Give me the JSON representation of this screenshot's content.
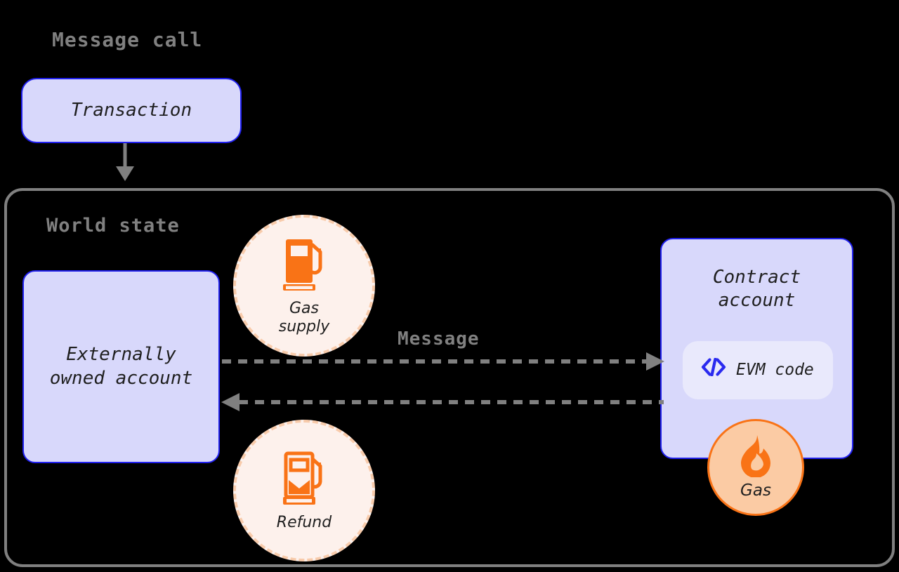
{
  "diagram": {
    "title": "Message call",
    "background_color": "#000000",
    "container": {
      "label": "World state",
      "border_color": "#808080"
    },
    "nodes": {
      "transaction": {
        "label": "Transaction",
        "fill": "#d8d8fb",
        "border": "#2020ee"
      },
      "externally_owned_account": {
        "line1": "Externally",
        "line2": "owned account",
        "fill": "#d8d8fb",
        "border": "#2020ee"
      },
      "contract_account": {
        "line1": "Contract",
        "line2": "account",
        "fill": "#d8d8fb",
        "border": "#2020ee",
        "chip": {
          "label": "EVM code",
          "icon": "code-brackets-icon",
          "fill": "#e9e9fc",
          "icon_color": "#2a2aef"
        }
      }
    },
    "badges": {
      "gas_supply": {
        "line1": "Gas",
        "line2": "supply",
        "icon": "fuel-pump-full-icon",
        "fill": "#fdf1ec",
        "border": "#f8cbab",
        "icon_color": "#f97316"
      },
      "refund": {
        "line1": "Refund",
        "line2": "",
        "icon": "fuel-pump-partial-icon",
        "fill": "#fdf1ec",
        "border": "#f8cbab",
        "icon_color": "#f97316"
      },
      "gas": {
        "label": "Gas",
        "icon": "flame-icon",
        "fill": "#fbcba4",
        "border": "#f97316",
        "icon_color": "#f97316"
      }
    },
    "edges": {
      "transaction_to_world_state": {
        "label": "",
        "style": "solid",
        "color": "#808080",
        "direction": "down"
      },
      "message": {
        "label": "Message",
        "style": "dashed",
        "color": "#808080",
        "direction": "eoa-to-contract"
      },
      "return": {
        "label": "",
        "style": "dashed",
        "color": "#808080",
        "direction": "contract-to-eoa"
      }
    }
  }
}
